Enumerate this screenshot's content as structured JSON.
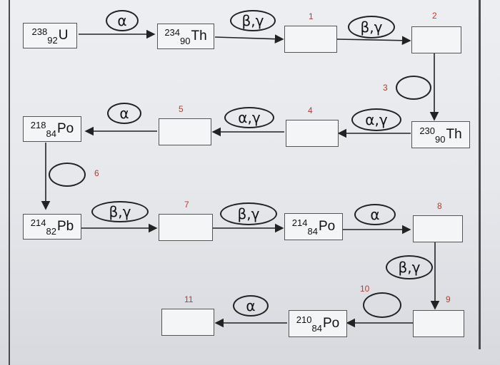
{
  "nuclides": {
    "u238": {
      "mass": "238",
      "atomic": "92",
      "symbol": "U"
    },
    "th234": {
      "mass": "234",
      "atomic": "90",
      "symbol": "Th"
    },
    "th230": {
      "mass": "230",
      "atomic": "90",
      "symbol": "Th"
    },
    "po218": {
      "mass": "218",
      "atomic": "84",
      "symbol": "Po"
    },
    "pb214": {
      "mass": "214",
      "atomic": "82",
      "symbol": "Pb"
    },
    "po214": {
      "mass": "214",
      "atomic": "84",
      "symbol": "Po"
    },
    "po210": {
      "mass": "210",
      "atomic": "84",
      "symbol": "Po"
    }
  },
  "decays": {
    "u238_th234": "α",
    "th234_b1": "β,γ",
    "b1_b2": "β,γ",
    "th230_b4": "α,γ",
    "b4_b5": "α,γ",
    "b5_po218": "α",
    "pb214_b7": "β,γ",
    "b7_po214": "β,γ",
    "po214_b8": "α",
    "b8_b9": "β,γ",
    "po210_b11": "α"
  },
  "labels": {
    "n1": "1",
    "n2": "2",
    "n3": "3",
    "n4": "4",
    "n5": "5",
    "n6": "6",
    "n7": "7",
    "n8": "8",
    "n9": "9",
    "n10": "10",
    "n11": "11"
  },
  "colors": {
    "number_labels": "#c0392b",
    "lines": "#222222"
  }
}
